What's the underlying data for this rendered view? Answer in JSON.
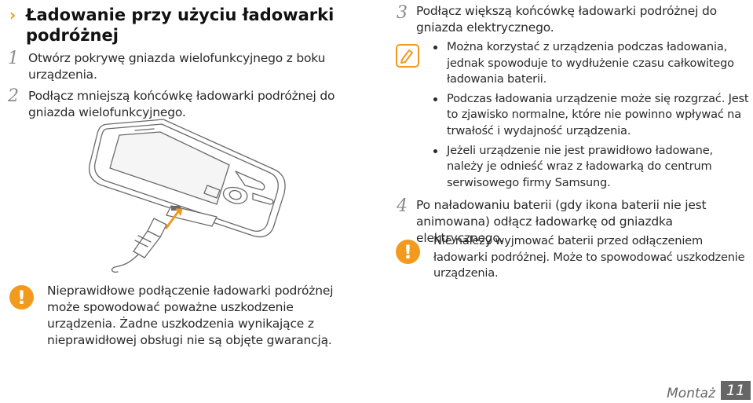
{
  "section": {
    "marker": "›",
    "title": "Ładowanie przy użyciu ładowarki podróżnej"
  },
  "steps_left": [
    {
      "num": "1",
      "text": "Otwórz pokrywę gniazda wielofunkcyjnego z boku urządzenia."
    },
    {
      "num": "2",
      "text": "Podłącz mniejszą końcówkę ładowarki podróżnej do gniazda wielofunkcyjnego."
    }
  ],
  "left_warning": {
    "icon": "warning-icon",
    "text": "Nieprawidłowe podłączenie ładowarki podróżnej może spowodować poważne uszkodzenie urządzenia. Żadne uszkodzenia wynikające z nieprawidłowej obsługi nie są objęte gwarancją."
  },
  "step3": {
    "num": "3",
    "text": "Podłącz większą końcówkę ładowarki podróżnej do gniazda elektrycznego."
  },
  "note": {
    "icon": "note-icon",
    "bullets": [
      "Można korzystać z urządzenia podczas ładowania, jednak spowoduje to wydłużenie czasu całkowitego ładowania baterii.",
      "Podczas ładowania urządzenie może się rozgrzać. Jest to zjawisko normalne, które nie powinno wpływać na trwałość i wydajność urządzenia.",
      "Jeżeli urządzenie nie jest prawidłowo ładowane, należy je odnieść wraz z ładowarką do centrum serwisowego firmy Samsung."
    ]
  },
  "step4": {
    "num": "4",
    "text": "Po naładowaniu baterii (gdy ikona baterii nie jest animowana) odłącz ładowarkę od gniazdka elektrycznego."
  },
  "right_warning": {
    "icon": "warning-icon",
    "text": "Nie należy wyjmować baterii przed odłączeniem ładowarki podróżnej. Może to spowodować uszkodzenie urządzenia."
  },
  "footer": {
    "label": "Montaż",
    "page": "11"
  },
  "colors": {
    "accent": "#f29a1e",
    "footer_box": "#666666"
  }
}
